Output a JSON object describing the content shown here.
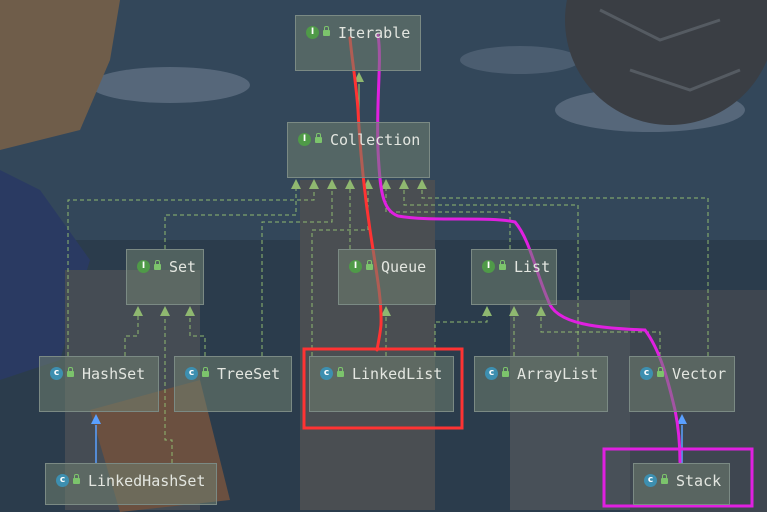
{
  "diagram": {
    "nodes": [
      {
        "id": "iterable",
        "label": "Iterable",
        "kind": "interface",
        "icon": "interface-icon"
      },
      {
        "id": "collection",
        "label": "Collection",
        "kind": "interface",
        "icon": "interface-icon"
      },
      {
        "id": "set",
        "label": "Set",
        "kind": "interface",
        "icon": "interface-icon"
      },
      {
        "id": "queue",
        "label": "Queue",
        "kind": "interface",
        "icon": "interface-icon"
      },
      {
        "id": "list",
        "label": "List",
        "kind": "interface",
        "icon": "interface-icon"
      },
      {
        "id": "hashset",
        "label": "HashSet",
        "kind": "class",
        "icon": "class-icon"
      },
      {
        "id": "treeset",
        "label": "TreeSet",
        "kind": "class",
        "icon": "class-icon"
      },
      {
        "id": "linkedlist",
        "label": "LinkedList",
        "kind": "class",
        "icon": "class-icon"
      },
      {
        "id": "arraylist",
        "label": "ArrayList",
        "kind": "class",
        "icon": "class-icon"
      },
      {
        "id": "vector",
        "label": "Vector",
        "kind": "class",
        "icon": "class-icon"
      },
      {
        "id": "linkedhashset",
        "label": "LinkedHashSet",
        "kind": "class",
        "icon": "class-icon"
      },
      {
        "id": "stack",
        "label": "Stack",
        "kind": "class",
        "icon": "class-icon"
      }
    ],
    "edges": [
      {
        "from": "collection",
        "to": "iterable",
        "type": "extends"
      },
      {
        "from": "set",
        "to": "collection",
        "type": "extends"
      },
      {
        "from": "queue",
        "to": "collection",
        "type": "extends"
      },
      {
        "from": "list",
        "to": "collection",
        "type": "extends"
      },
      {
        "from": "hashset",
        "to": "set",
        "type": "implements"
      },
      {
        "from": "treeset",
        "to": "set",
        "type": "implements"
      },
      {
        "from": "linkedhashset",
        "to": "set",
        "type": "implements"
      },
      {
        "from": "linkedlist",
        "to": "queue",
        "type": "implements"
      },
      {
        "from": "linkedlist",
        "to": "list",
        "type": "implements"
      },
      {
        "from": "arraylist",
        "to": "list",
        "type": "implements"
      },
      {
        "from": "vector",
        "to": "list",
        "type": "implements"
      },
      {
        "from": "linkedhashset",
        "to": "hashset",
        "type": "extends"
      },
      {
        "from": "stack",
        "to": "vector",
        "type": "extends"
      }
    ],
    "icon_letters": {
      "interface": "I",
      "class": "c"
    },
    "colors": {
      "interface_icon": "#4f9a48",
      "class_icon": "#3d8fb0",
      "node_fill": "#70806f",
      "node_text": "#e3e6e0",
      "implements_line": "#8fb870",
      "extends_arrow": "#5aa0ff",
      "highlight_red": "#ff3333",
      "highlight_magenta": "#e020e0"
    }
  }
}
